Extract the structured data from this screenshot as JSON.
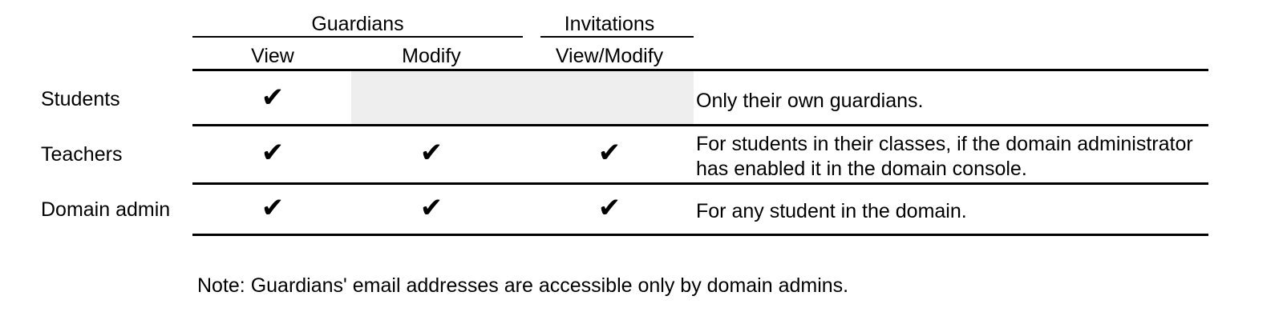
{
  "figure": {
    "type": "permissions-matrix-table",
    "background_color": "#ffffff",
    "text_color": "#000000",
    "shade_color": "#eeeeee",
    "rule_color": "#000000"
  },
  "table": {
    "group_headers": [
      {
        "label": "Guardians",
        "spans_columns": [
          "View",
          "Modify"
        ]
      },
      {
        "label": "Invitations",
        "spans_columns": [
          "View/Modify"
        ]
      }
    ],
    "column_headers": [
      {
        "label": "View",
        "group": "Guardians"
      },
      {
        "label": "Modify",
        "group": "Guardians"
      },
      {
        "label": "View/Modify",
        "group": "Invitations"
      }
    ],
    "row_header_label": "",
    "description_column_header": "",
    "rows": [
      {
        "label": "Students",
        "cells": [
          {
            "column": "View",
            "value": "check",
            "glyph": "✔",
            "shaded": false
          },
          {
            "column": "Modify",
            "value": "",
            "glyph": "",
            "shaded": true
          },
          {
            "column": "View/Modify",
            "value": "",
            "glyph": "",
            "shaded": true
          }
        ],
        "description": "Only their own guardians."
      },
      {
        "label": "Teachers",
        "cells": [
          {
            "column": "View",
            "value": "check",
            "glyph": "✔",
            "shaded": false
          },
          {
            "column": "Modify",
            "value": "check",
            "glyph": "✔",
            "shaded": false
          },
          {
            "column": "View/Modify",
            "value": "check",
            "glyph": "✔",
            "shaded": false
          }
        ],
        "description": "For students in their classes, if the domain administrator\nhas enabled it in the domain console."
      },
      {
        "label": "Domain admin",
        "cells": [
          {
            "column": "View",
            "value": "check",
            "glyph": "✔",
            "shaded": false
          },
          {
            "column": "Modify",
            "value": "check",
            "glyph": "✔",
            "shaded": false
          },
          {
            "column": "View/Modify",
            "value": "check",
            "glyph": "✔",
            "shaded": false
          }
        ],
        "description": "For any student in the domain."
      }
    ]
  },
  "footnote": {
    "text": "Note: Guardians' email addresses are accessible only by domain admins."
  }
}
